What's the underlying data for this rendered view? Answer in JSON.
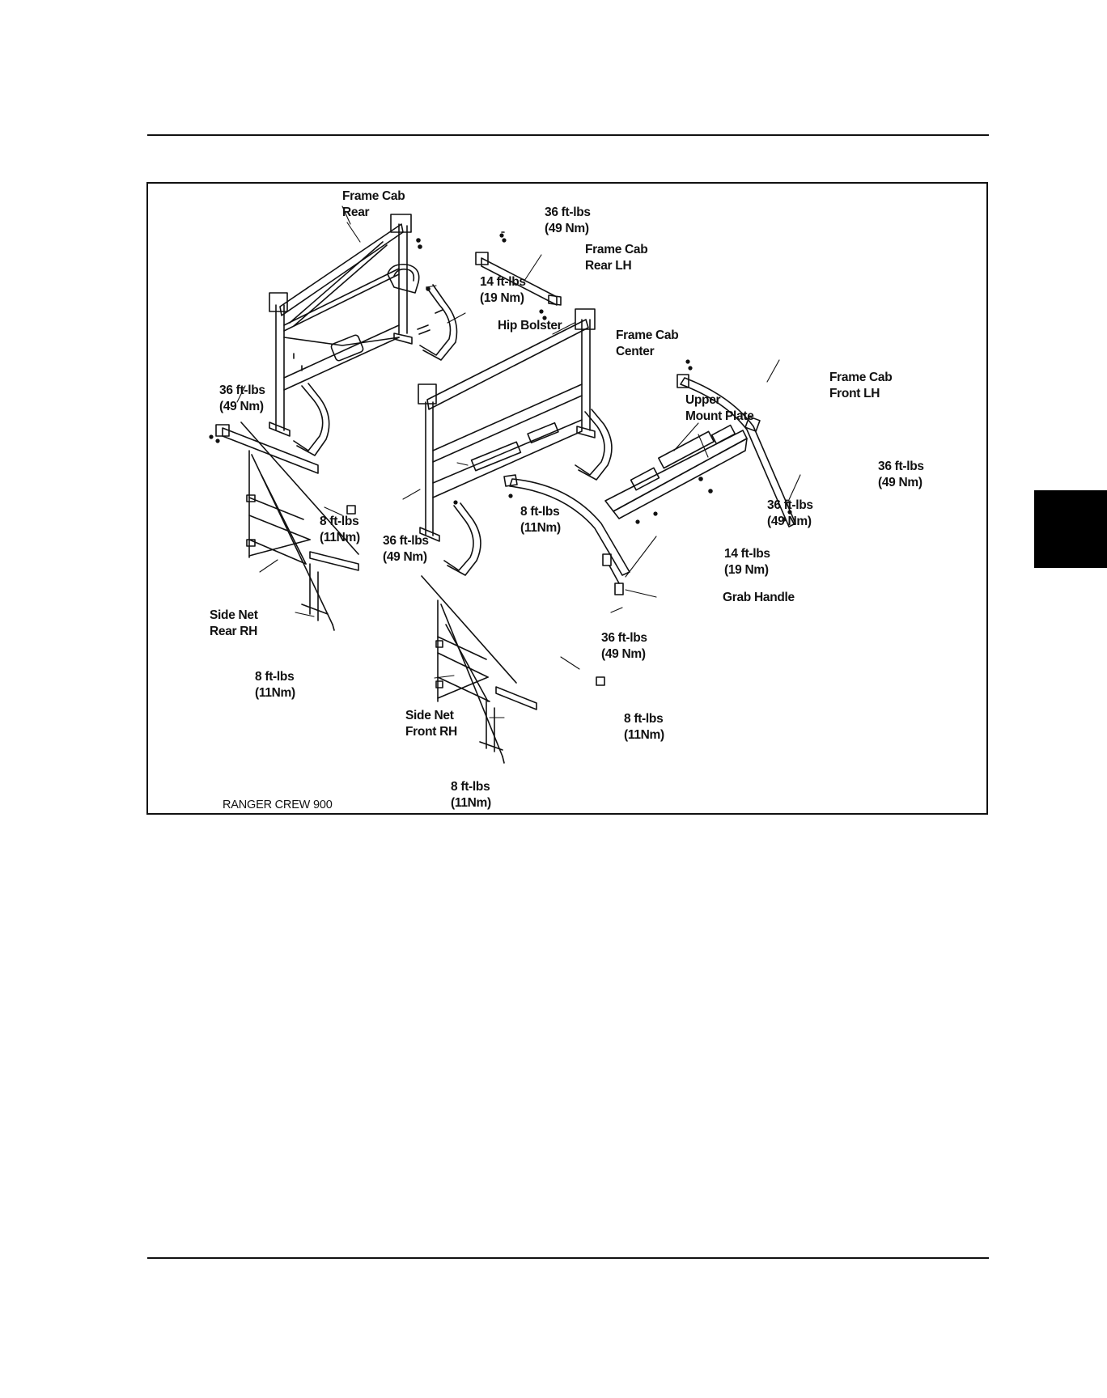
{
  "figure": {
    "caption": "RANGER CREW 900",
    "labels": {
      "frame_cab_rear": "Frame Cab\nRear",
      "torque_frame_cab_rear_lh_top": "36 ft-lbs\n(49 Nm)",
      "frame_cab_rear_lh": "Frame Cab\nRear LH",
      "torque_hip_bolster": "14 ft-lbs\n(19 Nm)",
      "hip_bolster": "Hip Bolster",
      "frame_cab_center": "Frame Cab\nCenter",
      "torque_rear_left": "36 ft-lbs\n(49 Nm)",
      "frame_cab_front_lh": "Frame Cab\nFront LH",
      "upper_mount_plate": "Upper\nMount Plate",
      "torque_front_lh_bottom": "36 ft-lbs\n(49 Nm)",
      "torque_upper_mount_plate": "36 ft-lbs\n(49 Nm)",
      "torque_net_rear_bracket": "8 ft-lbs\n(11Nm)",
      "torque_center_bolster": "8 ft-lbs\n(11Nm)",
      "torque_center_base": "36 ft-lbs\n(49 Nm)",
      "torque_grab_handle": "14 ft-lbs\n(19 Nm)",
      "grab_handle": "Grab Handle",
      "side_net_rear_rh": "Side Net\nRear RH",
      "torque_front_rh_tube": "36 ft-lbs\n(49 Nm)",
      "torque_net_rear_bottom": "8 ft-lbs\n(11Nm)",
      "side_net_front_rh": "Side Net\nFront RH",
      "torque_net_front_bracket": "8 ft-lbs\n(11Nm)",
      "torque_net_front_bottom": "8 ft-lbs\n(11Nm)"
    }
  }
}
